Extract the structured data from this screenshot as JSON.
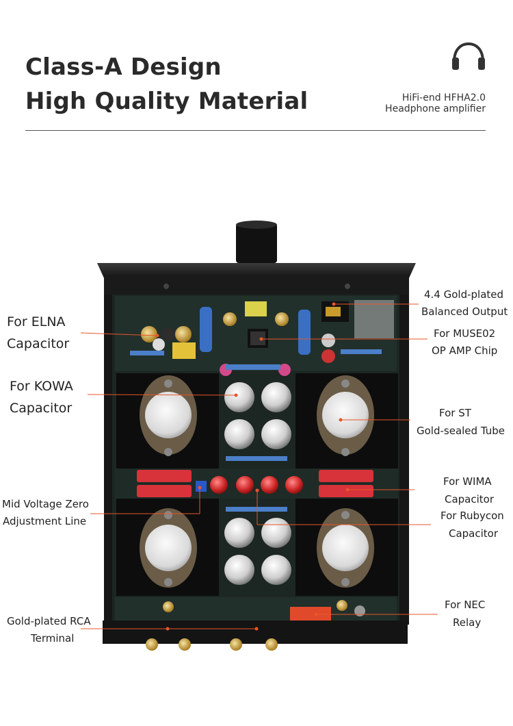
{
  "header": {
    "headline_1": "Class-A Design",
    "headline_2": "High Quality Material",
    "subtitle_1": "HiFi-end HFHA2.0",
    "subtitle_2": "Headphone amplifier",
    "icon": "headphones-icon"
  },
  "callouts": {
    "elna_1": "For ELNA",
    "elna_2": "Capacitor",
    "kowa_1": "For KOWA",
    "kowa_2": "Capacitor",
    "midv_1": "Mid Voltage Zero",
    "midv_2": "Adjustment Line",
    "rca_1": "Gold-plated RCA",
    "rca_2": "Terminal",
    "bal_1": "4.4 Gold-plated",
    "bal_2": "Balanced Output",
    "muse_1": "For MUSE02",
    "muse_2": "OP AMP Chip",
    "st_1": "For ST",
    "st_2": "Gold-sealed Tube",
    "wima_1": "For WIMA",
    "wima_2": "Capacitor",
    "ruby_1": "For Rubycon",
    "ruby_2": "Capacitor",
    "nec_1": "For NEC",
    "nec_2": "Relay"
  },
  "colors": {
    "leader_line": "#e8562a",
    "chassis": "#1b1b1b",
    "heatsink": "#0f0f0f",
    "pcb": "#1e2a26",
    "wima_red": "#d8323a"
  }
}
